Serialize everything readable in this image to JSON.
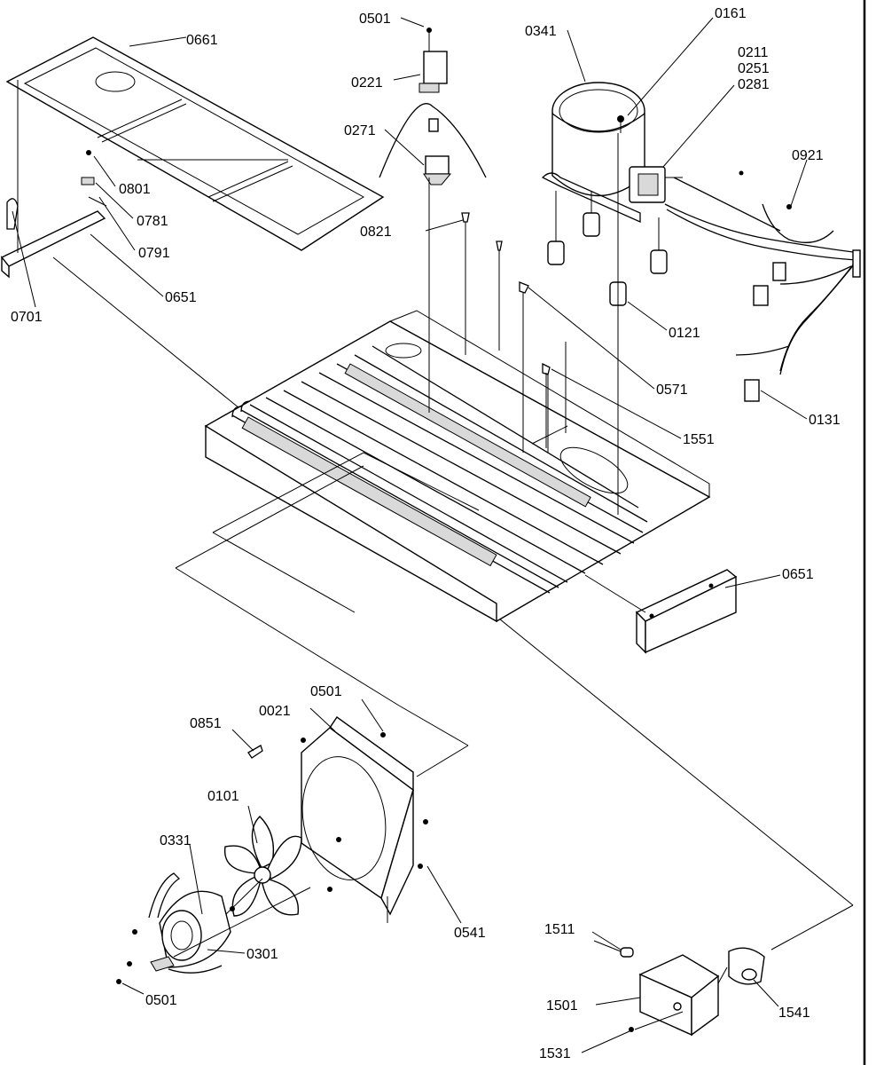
{
  "diagram": {
    "callouts": [
      {
        "id": "c0661",
        "text": "0661"
      },
      {
        "id": "c0501a",
        "text": "0501"
      },
      {
        "id": "c0221",
        "text": "0221"
      },
      {
        "id": "c0271",
        "text": "0271"
      },
      {
        "id": "c0341",
        "text": "0341"
      },
      {
        "id": "c0161",
        "text": "0161"
      },
      {
        "id": "c0211",
        "text": "0211"
      },
      {
        "id": "c0251",
        "text": "0251"
      },
      {
        "id": "c0281",
        "text": "0281"
      },
      {
        "id": "c0921",
        "text": "0921"
      },
      {
        "id": "c0801",
        "text": "0801"
      },
      {
        "id": "c0781",
        "text": "0781"
      },
      {
        "id": "c0791",
        "text": "0791"
      },
      {
        "id": "c0651a",
        "text": "0651"
      },
      {
        "id": "c0701",
        "text": "0701"
      },
      {
        "id": "c0821",
        "text": "0821"
      },
      {
        "id": "c0121",
        "text": "0121"
      },
      {
        "id": "c0571",
        "text": "0571"
      },
      {
        "id": "c0131",
        "text": "0131"
      },
      {
        "id": "c1551",
        "text": "1551"
      },
      {
        "id": "c0651b",
        "text": "0651"
      },
      {
        "id": "c0501b",
        "text": "0501"
      },
      {
        "id": "c0021",
        "text": "0021"
      },
      {
        "id": "c0851",
        "text": "0851"
      },
      {
        "id": "c0101",
        "text": "0101"
      },
      {
        "id": "c0331",
        "text": "0331"
      },
      {
        "id": "c0541",
        "text": "0541"
      },
      {
        "id": "c0301",
        "text": "0301"
      },
      {
        "id": "c0501c",
        "text": "0501"
      },
      {
        "id": "c1511",
        "text": "1511"
      },
      {
        "id": "c1501",
        "text": "1501"
      },
      {
        "id": "c1541",
        "text": "1541"
      },
      {
        "id": "c1531",
        "text": "1531"
      }
    ]
  }
}
